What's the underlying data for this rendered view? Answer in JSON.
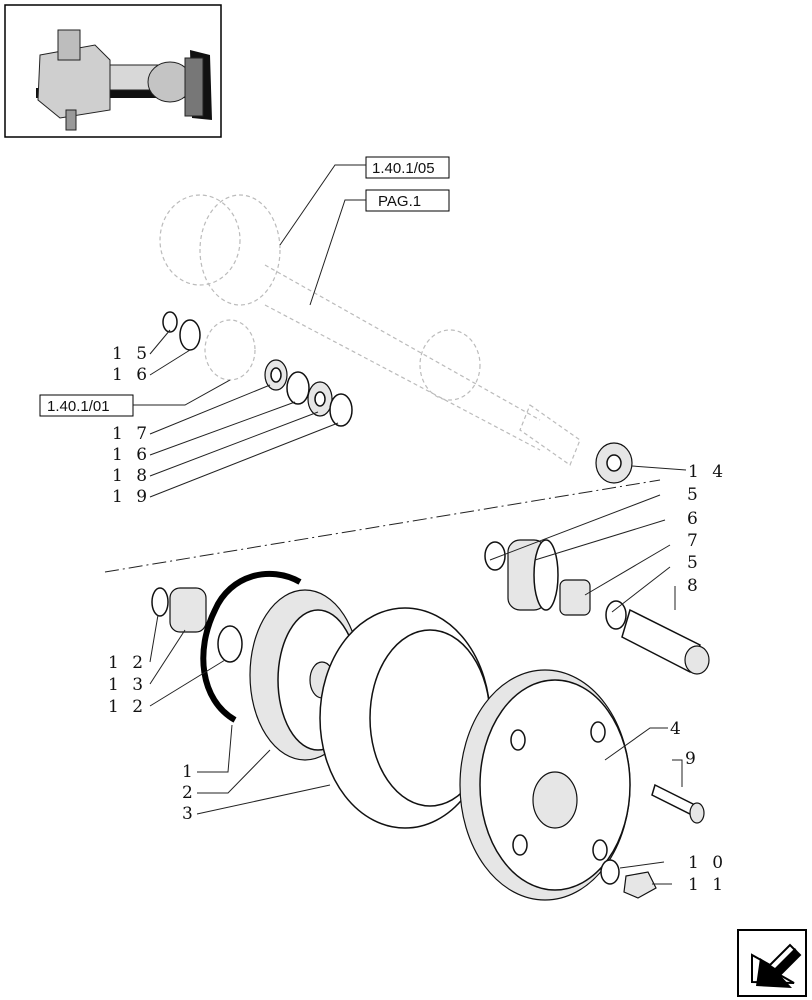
{
  "refs": {
    "ref_top": "1.40.1/05",
    "ref_pag": "PAG.1",
    "ref_left": "1.40.1/01"
  },
  "callouts": {
    "c15": "1 5",
    "c16a": "1 6",
    "c17": "1 7",
    "c16b": "1 6",
    "c18": "1 8",
    "c19": "1 9",
    "c14": "1 4",
    "c5a": "5",
    "c6": "6",
    "c7": "7",
    "c5b": "5",
    "c8": "8",
    "c12a": "1 2",
    "c13": "1 3",
    "c12b": "1 2",
    "c1": "1",
    "c2": "2",
    "c3": "3",
    "c4": "4",
    "c9": "9",
    "c10": "1 0",
    "c11": "1 1"
  },
  "icons": {
    "thumbnail": "axle-assembly-thumbnail",
    "nav": "next-page-arrow-icon"
  }
}
